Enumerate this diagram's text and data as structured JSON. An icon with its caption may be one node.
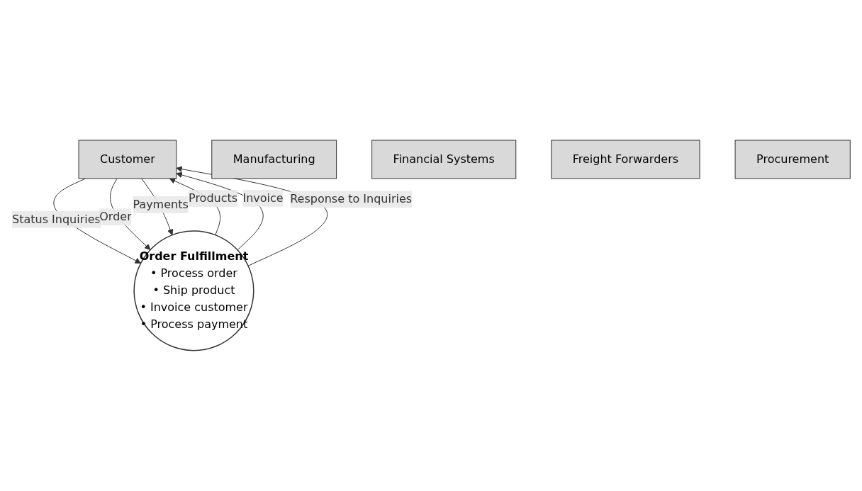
{
  "diagram": {
    "nodes": [
      {
        "text": [
          "Customer"
        ]
      },
      {
        "text": [
          "Order Fulfillment",
          "• Process order",
          "• Ship product",
          "• Invoice customer",
          "• Process payment"
        ]
      },
      {
        "text": [
          "Manufacturing"
        ]
      },
      {
        "text": [
          "Financial Systems"
        ]
      },
      {
        "text": [
          "Freight Forwarders"
        ]
      },
      {
        "text": [
          "Procurement"
        ]
      }
    ],
    "edges": [
      {
        "from": 0,
        "to": 1,
        "arrow": "to",
        "label": "Status Inquiries"
      },
      {
        "from": 0,
        "to": 1,
        "arrow": "to",
        "label": "Order"
      },
      {
        "from": 0,
        "to": 1,
        "arrow": "to",
        "label": "Payments"
      },
      {
        "from": 1,
        "to": 0,
        "arrow": "to",
        "label": "Products"
      },
      {
        "from": 1,
        "to": 0,
        "arrow": "to",
        "label": "Invoice"
      },
      {
        "from": 1,
        "to": 0,
        "arrow": "to",
        "label": "Response to Inquiries"
      }
    ]
  }
}
